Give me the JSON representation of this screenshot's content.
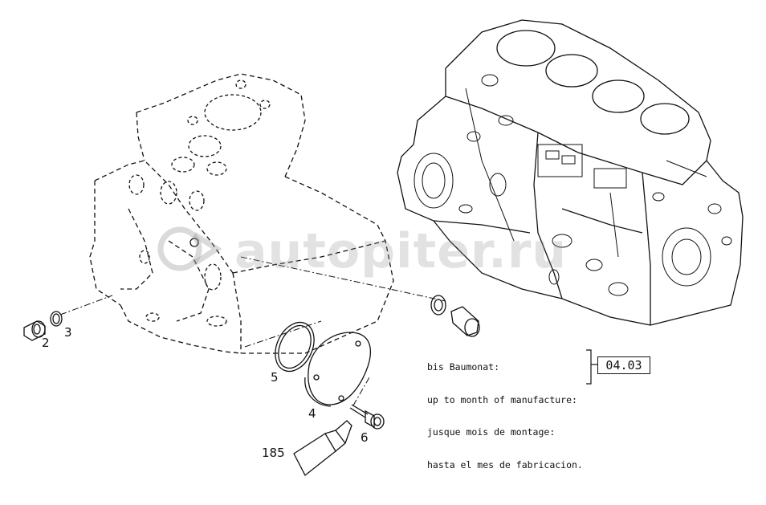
{
  "callouts": {
    "c2": "2",
    "c3": "3",
    "c5": "5",
    "c4": "4",
    "c6": "6",
    "c185": "185"
  },
  "note": {
    "line1": "bis Baumonat:",
    "line2": "up to month of manufacture:",
    "line3": "jusque mois de montage:",
    "line4": "hasta el mes de fabricacion.",
    "date": "04.03"
  },
  "watermark": {
    "text": "autopiter.ru"
  },
  "colors": {
    "line": "#111111",
    "watermark": "#969696"
  }
}
